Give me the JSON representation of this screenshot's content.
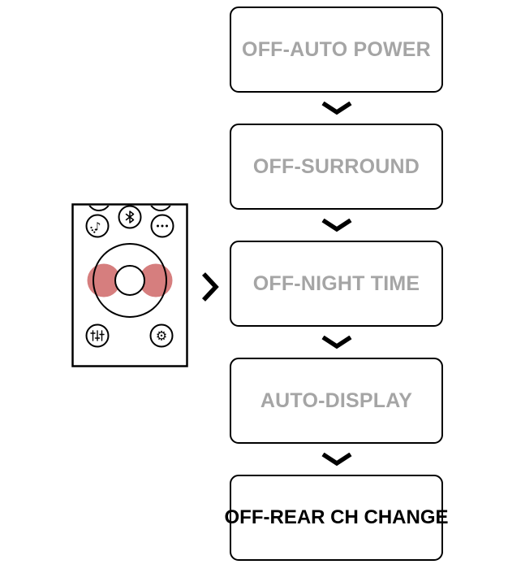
{
  "flow": {
    "steps": [
      {
        "label": "OFF-AUTO POWER",
        "emphasis": false
      },
      {
        "label": "OFF-SURROUND",
        "emphasis": false
      },
      {
        "label": "OFF-NIGHT TIME",
        "emphasis": false
      },
      {
        "label": "AUTO-DISPLAY",
        "emphasis": false
      },
      {
        "label": "OFF-REAR CH CHANGE",
        "emphasis": true
      }
    ]
  },
  "remote": {
    "buttons": [
      {
        "name": "sound-mode-button",
        "icon": "music-note-icon"
      },
      {
        "name": "bluetooth-button",
        "icon": "bluetooth-icon"
      },
      {
        "name": "more-button",
        "icon": "ellipsis-icon"
      },
      {
        "name": "dpad",
        "highlighted_sides": [
          "left",
          "right"
        ]
      },
      {
        "name": "sound-control-button",
        "icon": "equalizer-icon"
      },
      {
        "name": "settings-button",
        "icon": "gear-icon"
      }
    ]
  },
  "colors": {
    "highlight": "#d67e7e",
    "inactive_text": "#a5a5a5",
    "active_text": "#000000",
    "line": "#000000"
  },
  "icons": {
    "gear_glyph": "⚙",
    "music_note_glyph": "♪"
  }
}
